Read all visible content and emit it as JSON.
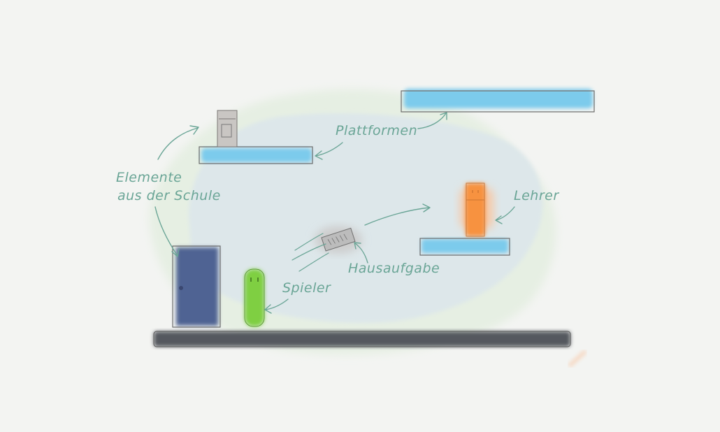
{
  "labels": {
    "platforms": "Plattformen",
    "school_elements_line1": "Elemente",
    "school_elements_line2": "aus der Schule",
    "teacher": "Lehrer",
    "homework": "Hausaufgabe",
    "player": "Spieler"
  },
  "colors": {
    "paper": "#f3f4f2",
    "blob_blue": "#dde7ea",
    "blob_green": "#e6efe3",
    "platform_blue": "#7ccbec",
    "ground": "#55595f",
    "door": "#4f6393",
    "player": "#7fcf42",
    "teacher": "#f7923f",
    "annotation": "#6aa596",
    "outline": "#777777"
  },
  "icons": [
    "locker-icon",
    "door-icon",
    "player-icon",
    "teacher-icon",
    "homework-icon"
  ]
}
